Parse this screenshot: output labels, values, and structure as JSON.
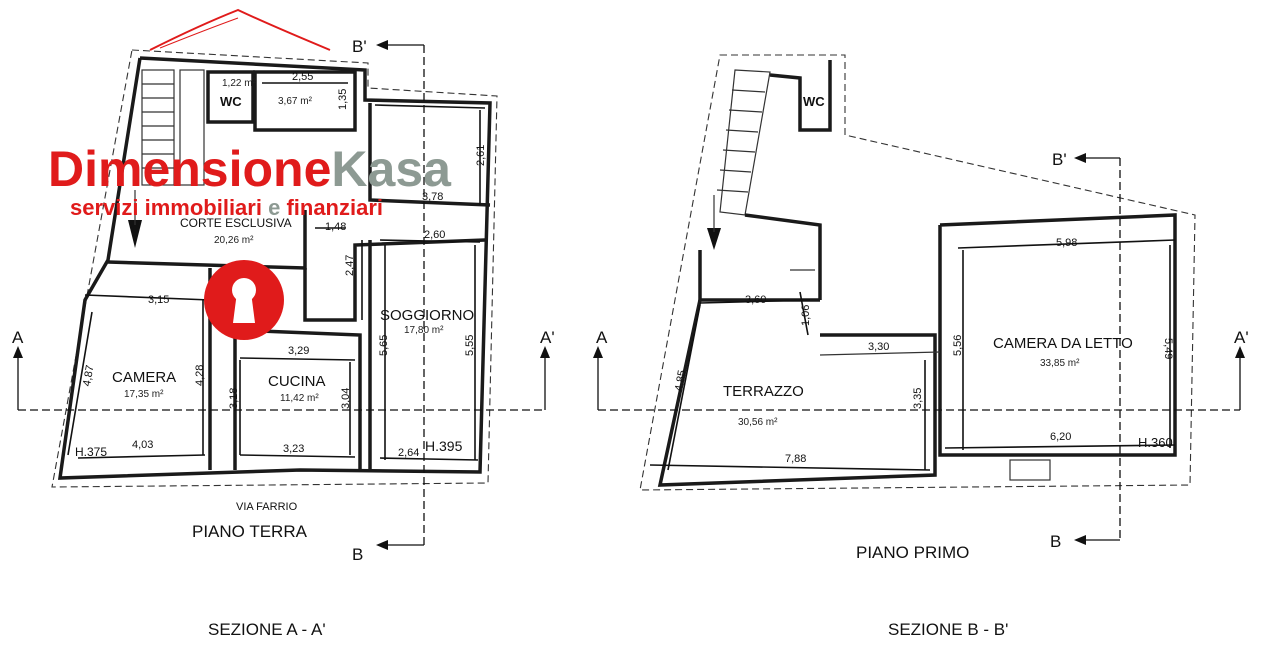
{
  "left_plan": {
    "section_marks": {
      "a": "A",
      "a_prime": "A'",
      "b": "B",
      "b_prime": "B'"
    },
    "wc": "WC",
    "rooms": {
      "camera": {
        "name": "CAMERA",
        "area": "17,35 m²"
      },
      "cucina": {
        "name": "CUCINA",
        "area": "11,42 m²"
      },
      "soggiorno": {
        "name": "SOGGIORNO",
        "area": "17,80 m²"
      },
      "corte": {
        "name": "CORTE ESCLUSIVA",
        "area": "20,26 m²"
      },
      "bath": {
        "area": "3,67 m²"
      },
      "small": {
        "area": "1,22 m²"
      }
    },
    "dims": {
      "d255": "2,55",
      "d135": "1,35",
      "d261": "2,61",
      "d378": "3,78",
      "d148": "1,48",
      "d260": "2,60",
      "d247": "2,47",
      "d315": "3,15",
      "d329": "3,29",
      "d565": "5,65",
      "d555": "5,55",
      "d487": "4,87",
      "d428": "4,28",
      "d318": "3,18",
      "d304": "3,04",
      "d403": "4,03",
      "d323": "3,23",
      "d264": "2,64",
      "h375": "H.375",
      "h395": "H.395"
    },
    "street": "VIA FARRIO",
    "floor_title": "PIANO TERRA",
    "section_caption": "SEZIONE A - A'"
  },
  "right_plan": {
    "section_marks": {
      "a": "A",
      "a_prime": "A'",
      "b": "B",
      "b_prime": "B'"
    },
    "wc": "WC",
    "rooms": {
      "terrazzo": {
        "name": "TERRAZZO",
        "area": "30,56 m²"
      },
      "camera_letto": {
        "name": "CAMERA DA LETTO",
        "area": "33,85 m²"
      }
    },
    "dims": {
      "d360": "3,60",
      "d106": "1,06",
      "d330": "3,30",
      "d485": "4,85",
      "d335": "3,35",
      "d788": "7,88",
      "d598": "5,98",
      "d556": "5,56",
      "d549": "5,49",
      "d620": "6,20",
      "h360": "H.360"
    },
    "floor_title": "PIANO PRIMO",
    "section_caption": "SEZIONE B - B'"
  },
  "watermark": {
    "brand_red": "Dimensione",
    "brand_grey": "Kasa",
    "tagline_1": "servizi immobiliari ",
    "tagline_e": "e",
    "tagline_2": " finanziari",
    "red": "#e01b1b",
    "grey": "#8d9a93"
  }
}
